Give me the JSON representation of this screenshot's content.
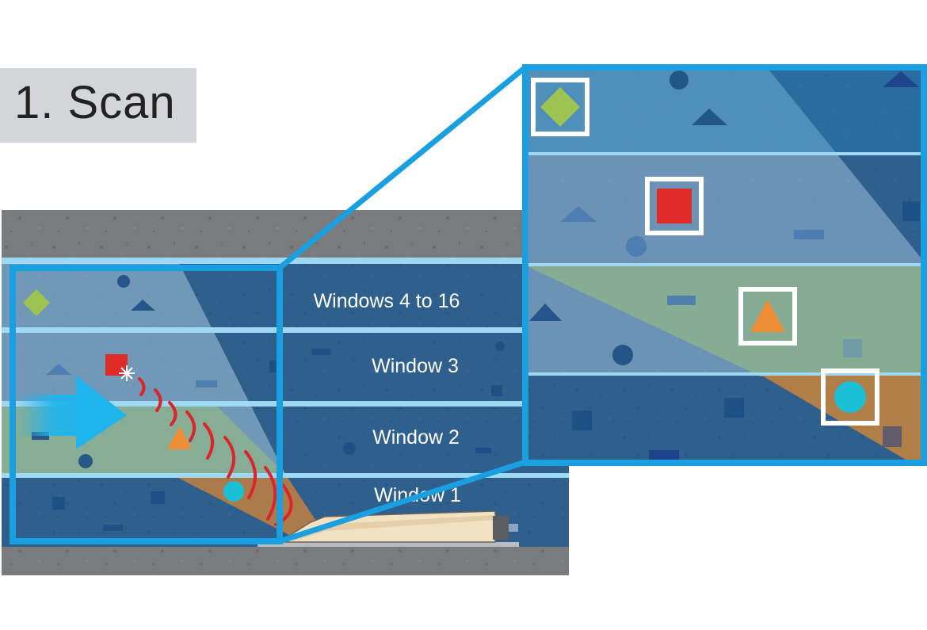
{
  "title": "1. Scan",
  "windows": [
    {
      "id": "w16",
      "label": "Windows 4 to 16"
    },
    {
      "id": "w3",
      "label": "Window 3"
    },
    {
      "id": "w2",
      "label": "Window 2"
    },
    {
      "id": "w1",
      "label": "Window 1"
    }
  ],
  "colors": {
    "concrete": "#7a7b7d",
    "layer": "#2f5f8d",
    "band": "#9fd8f2",
    "frame": "#1a9fe0",
    "beam_light": "#a9c7dd",
    "beam_green": "#8fb58a",
    "beam_orange": "#b98043",
    "diamond": "#9dc453",
    "square": "#e02b26",
    "triangle": "#f08d37",
    "circle": "#1bbfd6",
    "wave": "#d9262b",
    "arrow": "#1fb4ec",
    "probe": "#f1e2c4"
  },
  "targets": [
    "diamond",
    "square",
    "triangle",
    "circle"
  ],
  "icons": [
    "scan-direction-arrow",
    "probe",
    "signal-wave",
    "reflection-spark"
  ]
}
